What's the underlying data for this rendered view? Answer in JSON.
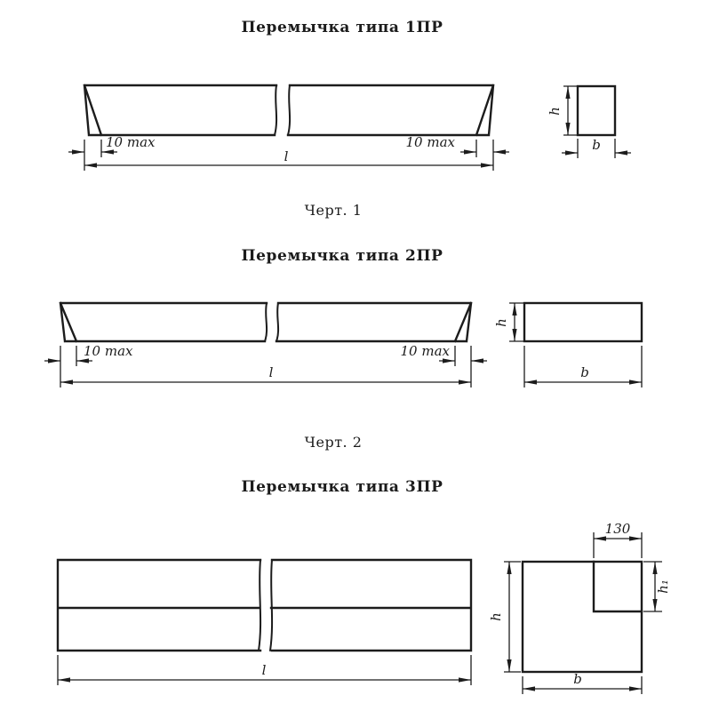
{
  "page": {
    "background": "#ffffff",
    "line_color": "#1c1c1c"
  },
  "figures": [
    {
      "title": "Перемычка типа 1ПР",
      "caption": "Черт. 1",
      "dims": {
        "offset_left": "10 max",
        "offset_right": "10 max",
        "length": "l",
        "section_height": "h",
        "section_width": "b"
      }
    },
    {
      "title": "Перемычка типа 2ПР",
      "caption": "Черт. 2",
      "dims": {
        "offset_left": "10 max",
        "offset_right": "10 max",
        "length": "l",
        "section_height": "h",
        "section_width": "b"
      }
    },
    {
      "title": "Перемычка типа 3ПР",
      "dims": {
        "length": "l",
        "section_height": "h",
        "section_width": "b",
        "notch_width": "130",
        "notch_height": "h₁"
      }
    }
  ]
}
